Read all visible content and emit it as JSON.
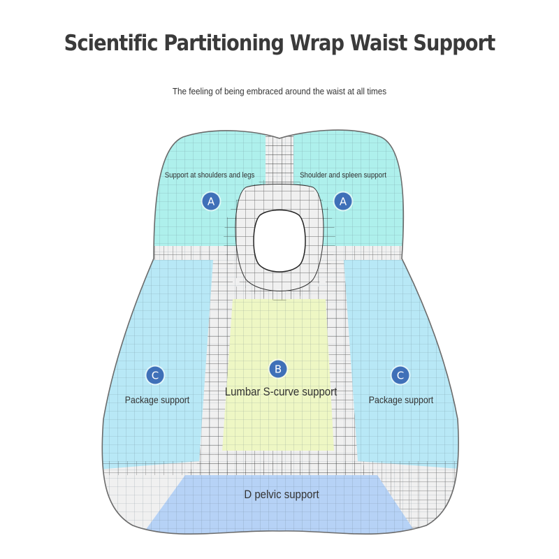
{
  "title": "Scientific Partitioning Wrap Waist Support",
  "subtitle": "The feeling of being embraced around the waist at all times",
  "zones": {
    "a_left": {
      "badge": "A",
      "label": "Support at shoulders and legs"
    },
    "a_right": {
      "badge": "A",
      "label": "Shoulder and spleen support"
    },
    "b_center": {
      "badge": "B",
      "label": "Lumbar S-curve support"
    },
    "c_left": {
      "badge": "C",
      "label": "Package support"
    },
    "c_right": {
      "badge": "C",
      "label": "Package support"
    },
    "d_bottom": {
      "label": "D pelvic support"
    }
  },
  "colors": {
    "zone_a": "#aef0ec",
    "zone_b": "#eef7c4",
    "zone_c": "#b8e8f6",
    "zone_d": "#b6d2f6",
    "frame": "#f0f0f0",
    "badge": "#3f70b8"
  }
}
